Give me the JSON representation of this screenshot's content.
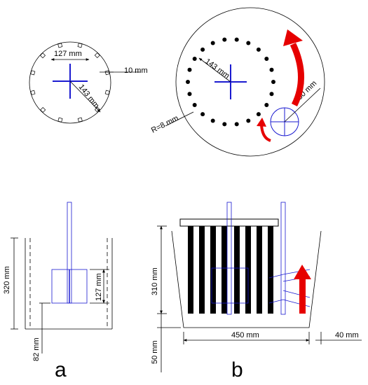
{
  "panel_labels": {
    "a": "a",
    "b": "b"
  },
  "top_left": {
    "dim_inner_diameter": "127 mm",
    "dim_radius": "143 mm",
    "dim_gap": "10 mm"
  },
  "top_right": {
    "dim_radius": "143 mm",
    "dim_hole_radius": "R=8 mm",
    "dim_impeller": "50 mm"
  },
  "side_a": {
    "dim_height": "320 mm",
    "dim_impeller_height": "127 mm",
    "dim_clearance": "82 mm"
  },
  "side_b": {
    "dim_height": "310 mm",
    "dim_bottom": "50 mm",
    "dim_width": "450 mm",
    "dim_gap": "40 mm"
  },
  "colors": {
    "blue": "#1a1ad0",
    "red": "#e60000",
    "black": "#000000"
  }
}
